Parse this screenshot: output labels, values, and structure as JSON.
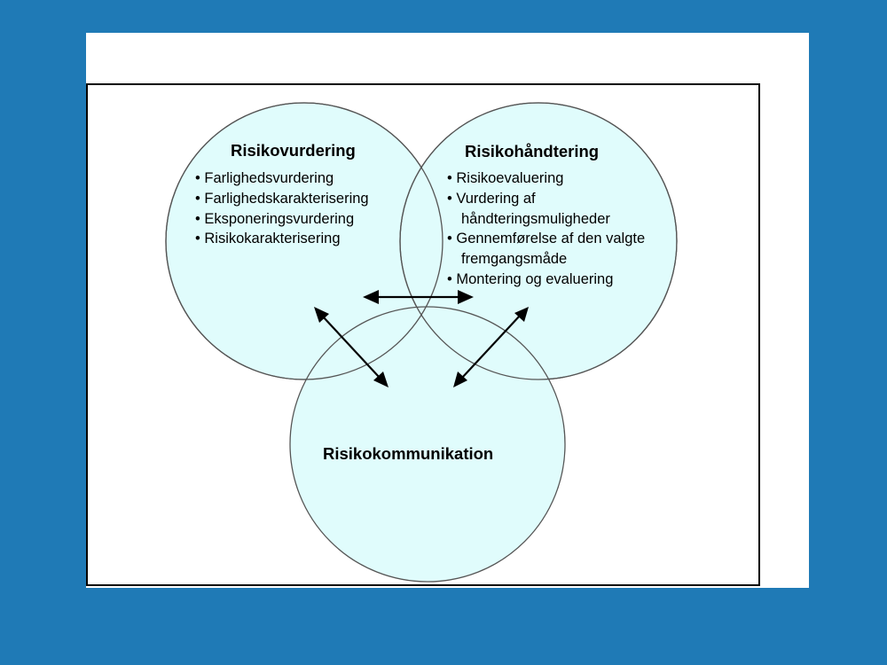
{
  "diagram": {
    "assessment": {
      "title": "Risikovurdering",
      "items": [
        "• Farlighedsvurdering",
        "• Farlighedskarakterisering",
        "• Eksponeringsvurdering",
        "• Risikokarakterisering"
      ]
    },
    "management": {
      "title": "Risikohåndtering",
      "items": [
        "• Risikoevaluering",
        "• Vurdering af",
        "håndteringsmuligheder",
        "• Gennemførelse af den valgte",
        "fremgangsmåde",
        "• Montering og evaluering"
      ]
    },
    "communication": {
      "title": "Risikokommunikation"
    }
  },
  "colors": {
    "background": "#1f7ab6",
    "circle_fill": "#e0fcfc"
  }
}
